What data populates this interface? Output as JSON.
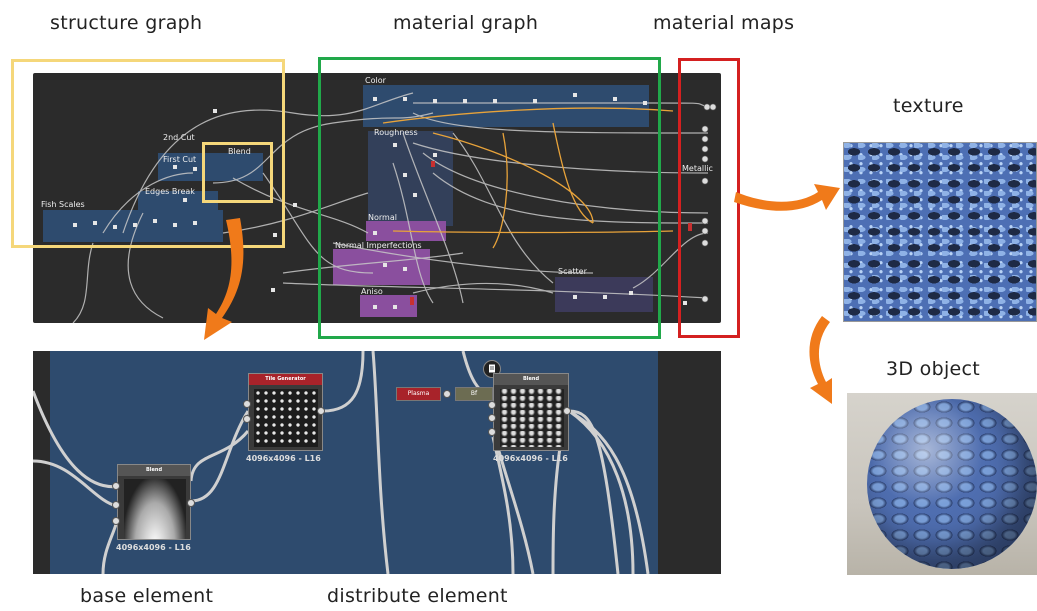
{
  "captions": {
    "structure_graph": "structure graph",
    "material_graph": "material graph",
    "material_maps": "material maps",
    "texture": "texture",
    "object_3d": "3D object",
    "base_element": "base element",
    "distribute_element": "distribute element"
  },
  "graph_labels": {
    "color": "Color",
    "roughness": "Roughness",
    "normal": "Normal",
    "normal_imperfections": "Normal Imperfections",
    "aniso": "Aniso",
    "scatter": "Scatter",
    "metallic": "Metallic",
    "second_cut": "2nd Cut",
    "first_cut": "First Cut",
    "blend": "Blend",
    "edges_break": "Edges Break",
    "fish_scales": "Fish Scales"
  },
  "zoom_nodes": {
    "blend_left_title": "Blend",
    "blend_left_res": "4096x4096 - L16",
    "tile_gen_title": "Tile Generator",
    "tile_gen_res": "4096x4096 - L16",
    "plasma_label": "Plasma",
    "bf_label": "Bf",
    "blend_right_title": "Blend",
    "blend_right_res": "4096x4096 - L16"
  },
  "colors": {
    "structure_box": "#f5d77a",
    "material_box": "#21a84a",
    "maps_box": "#d42020",
    "arrow": "#f07a1a",
    "frame_blue": "#2e4b6e",
    "frame_purple": "#8a4f9e"
  }
}
